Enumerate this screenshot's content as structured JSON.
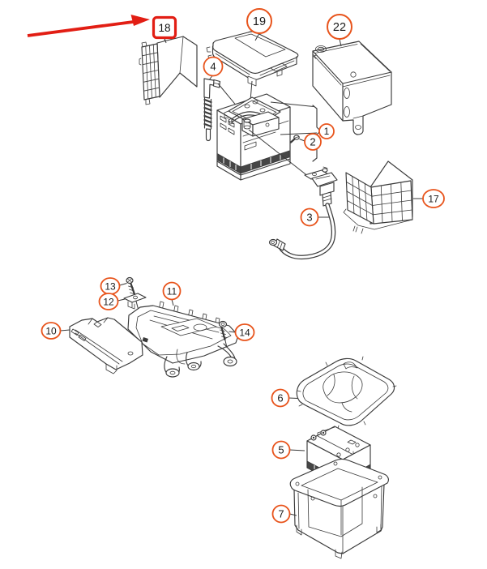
{
  "diagram": {
    "kind": "exploded-parts-diagram",
    "subject": "battery with mounting parts",
    "background": "#ffffff"
  },
  "colors": {
    "line_art": "#3a3a3a",
    "callout_outline": "#e8541c",
    "callout_text": "#1a1a1a",
    "highlight_red": "#e21e14",
    "dark_fill": "#464646",
    "background": "#ffffff"
  },
  "highlight": {
    "selected_label": "18",
    "shape": "red-rounded-box",
    "pointer_icon": "red-arrow"
  },
  "callouts": {
    "c1": {
      "label": "1"
    },
    "c2": {
      "label": "2"
    },
    "c3": {
      "label": "3"
    },
    "c4": {
      "label": "4"
    },
    "c5": {
      "label": "5"
    },
    "c6": {
      "label": "6"
    },
    "c7": {
      "label": "7"
    },
    "c10": {
      "label": "10"
    },
    "c11": {
      "label": "11"
    },
    "c12": {
      "label": "12"
    },
    "c13": {
      "label": "13"
    },
    "c14": {
      "label": "14"
    },
    "c17": {
      "label": "17"
    },
    "c18": {
      "label": "18"
    },
    "c19": {
      "label": "19"
    },
    "c22": {
      "label": "22"
    }
  }
}
